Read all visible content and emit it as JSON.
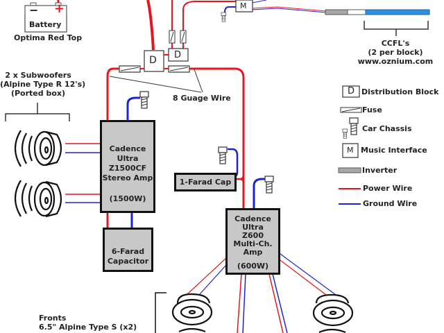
{
  "battery": {
    "label": "Battery",
    "name": "Optima Red Top",
    "minus": "−",
    "plus": "+"
  },
  "blocks": {
    "distribution": "D",
    "music": "M"
  },
  "ccfl": {
    "line1": "CCFL's",
    "line2": "(2 per block)",
    "line3": "www.oznium.com"
  },
  "subwoofers": {
    "line1": "2 x  Subwoofers",
    "line2": "(Alpine Type R 12's)",
    "line3": "(Ported box)"
  },
  "wire_note": "8 Guage Wire",
  "amp1": {
    "line1": "Cadence",
    "line2": "Ultra",
    "line3": "Z1500CF",
    "line4": "Stereo Amp",
    "power": "(1500W)"
  },
  "cap6": {
    "line1": "6-Farad",
    "line2": "Capacitor"
  },
  "cap1": {
    "label": "1-Farad Cap"
  },
  "amp2": {
    "line1": "Cadence",
    "line2": "Ultra",
    "line3": "Z600",
    "line4": "Multi-Ch.",
    "line5": "Amp",
    "power": "(600W)"
  },
  "fronts": {
    "line1": "Fronts",
    "line2": "6.5\" Alpine Type S (x2)"
  },
  "legend": {
    "items": [
      {
        "symbol": "D",
        "label": "Distribution Block"
      },
      {
        "symbol": "",
        "label": "Fuse"
      },
      {
        "symbol": "",
        "label": "Car Chassis"
      },
      {
        "symbol": "M",
        "label": "Music Interface"
      },
      {
        "symbol": "",
        "label": "Inverter"
      },
      {
        "symbol": "",
        "label": "Power Wire"
      },
      {
        "symbol": "",
        "label": "Ground Wire"
      }
    ]
  },
  "colors": {
    "power": "#e8141c",
    "ground": "#1c22d8",
    "box": "#c8c8c8",
    "ccfl": "#2d8fe0",
    "inverter": "#a8a8a8"
  }
}
